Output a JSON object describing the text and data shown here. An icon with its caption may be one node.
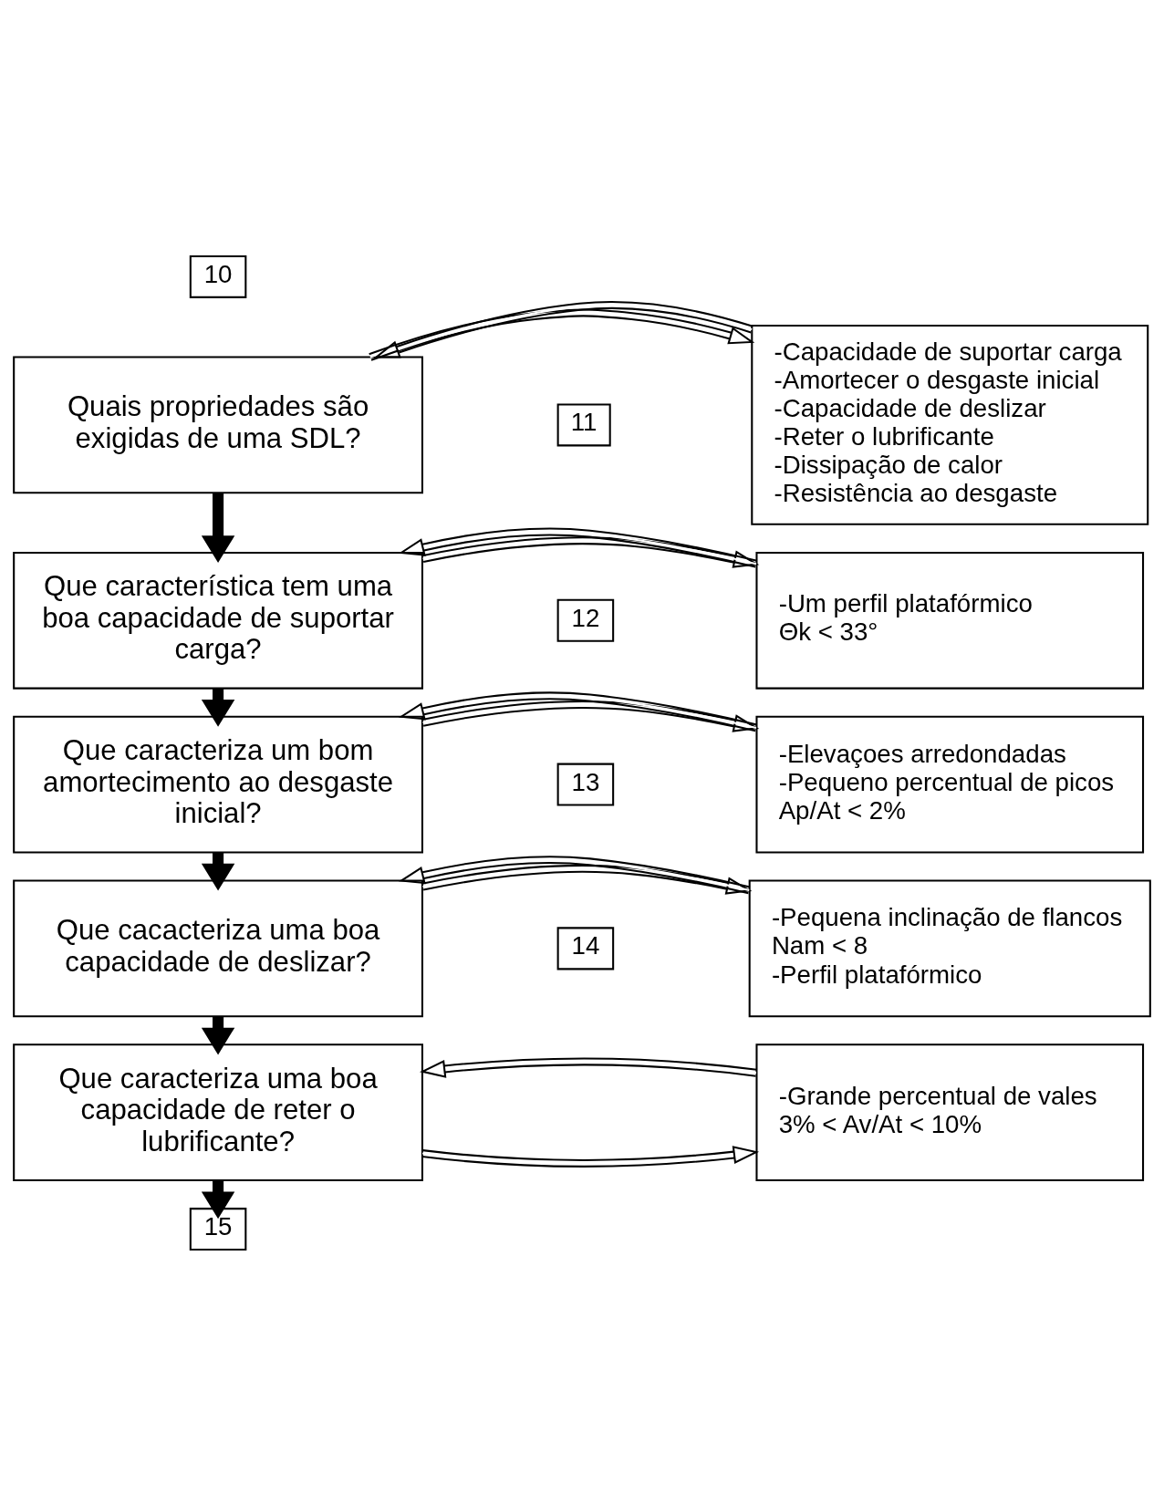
{
  "diagram": {
    "nodes": [
      {
        "text": [
          "10"
        ]
      },
      {
        "text": [
          "Quais propriedades são exigidas de uma SDL?"
        ]
      },
      {
        "text": [
          "-Capacidade de suportar carga",
          "-Amortecer o desgaste inicial",
          "-Capacidade de deslizar",
          "-Reter o lubrificante",
          "-Dissipação de calor",
          "-Resistência ao desgaste"
        ]
      },
      {
        "text": [
          "11"
        ]
      },
      {
        "text": [
          "Que característica tem uma boa capacidade de suportar carga?"
        ]
      },
      {
        "text": [
          "-Um perfil platafórmico",
          "Θk < 33°"
        ]
      },
      {
        "text": [
          "12"
        ]
      },
      {
        "text": [
          "Que caracteriza um bom amortecimento ao desgaste inicial?"
        ]
      },
      {
        "text": [
          "-Elevaçoes arredondadas",
          "-Pequeno percentual de picos",
          "Ap/At < 2%"
        ]
      },
      {
        "text": [
          "13"
        ]
      },
      {
        "text": [
          "Que cacacteriza uma boa capacidade de deslizar?"
        ]
      },
      {
        "text": [
          "-Pequena inclinação de flancos",
          "Nam < 8",
          "-Perfil platafórmico"
        ]
      },
      {
        "text": [
          "14"
        ]
      },
      {
        "text": [
          "Que caracteriza uma boa capacidade de reter o lubrificante?"
        ]
      },
      {
        "text": [
          "-Grande percentual de vales",
          "3% < Av/At < 10%"
        ]
      },
      {
        "text": [
          "15"
        ]
      }
    ],
    "edges": [
      {
        "from": 1,
        "to": 2,
        "arrow": "to"
      },
      {
        "from": 2,
        "to": 1,
        "arrow": "to"
      },
      {
        "from": 1,
        "to": 4,
        "arrow": "to",
        "style": "thick"
      },
      {
        "from": 4,
        "to": 5,
        "arrow": "to"
      },
      {
        "from": 5,
        "to": 4,
        "arrow": "to"
      },
      {
        "from": 4,
        "to": 7,
        "arrow": "to",
        "style": "thick"
      },
      {
        "from": 7,
        "to": 8,
        "arrow": "to"
      },
      {
        "from": 8,
        "to": 7,
        "arrow": "to"
      },
      {
        "from": 7,
        "to": 10,
        "arrow": "to",
        "style": "thick"
      },
      {
        "from": 10,
        "to": 11,
        "arrow": "to"
      },
      {
        "from": 11,
        "to": 10,
        "arrow": "to"
      },
      {
        "from": 10,
        "to": 13,
        "arrow": "to",
        "style": "thick"
      },
      {
        "from": 13,
        "to": 14,
        "arrow": "to"
      },
      {
        "from": 14,
        "to": 13,
        "arrow": "to"
      },
      {
        "from": 13,
        "to": 15,
        "arrow": "to",
        "style": "thick"
      }
    ]
  }
}
